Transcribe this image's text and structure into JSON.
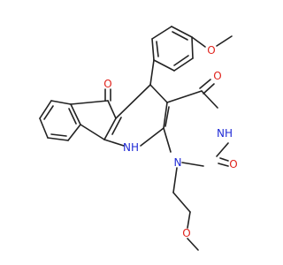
{
  "molecule": {
    "atoms": [
      {
        "id": "o-ketone",
        "text": "O",
        "kind": "oxygen"
      },
      {
        "id": "o-aryl-methoxy",
        "text": "O",
        "kind": "oxygen"
      },
      {
        "id": "o-c4",
        "text": "O",
        "kind": "oxygen"
      },
      {
        "id": "o-c2",
        "text": "O",
        "kind": "oxygen"
      },
      {
        "id": "o-ether-chain",
        "text": "O",
        "kind": "oxygen"
      },
      {
        "id": "nh-imide",
        "text": "NH",
        "kind": "nitrogen"
      },
      {
        "id": "nh-ring",
        "text": "NH",
        "kind": "nitrogen"
      },
      {
        "id": "n-chain",
        "text": "N",
        "kind": "nitrogen"
      }
    ]
  },
  "colors": {
    "bond": "#222222",
    "oxygen": "#e0231c",
    "nitrogen": "#1f2ad6",
    "background": "#ffffff"
  }
}
